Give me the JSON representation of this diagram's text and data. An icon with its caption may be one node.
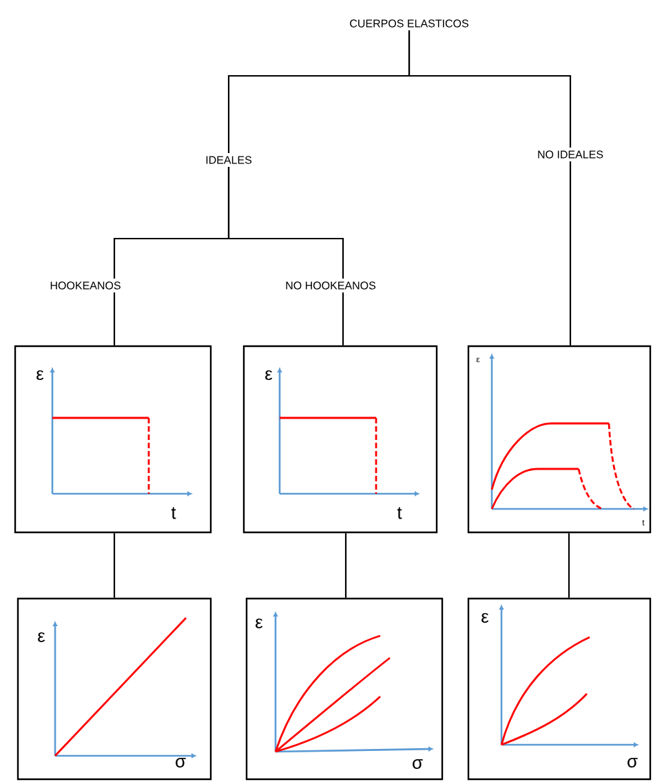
{
  "diagram": {
    "nodes": [
      {
        "text": [
          "CUERPOS ELASTICOS"
        ]
      },
      {
        "text": [
          "IDEALES"
        ]
      },
      {
        "text": [
          "NO IDEALES"
        ]
      },
      {
        "text": [
          "HOOKEANOS"
        ]
      },
      {
        "text": [
          "NO HOOKEANOS"
        ]
      },
      {
        "text": [
          "ε",
          "t"
        ]
      },
      {
        "text": [
          "ε",
          "t"
        ]
      },
      {
        "text": [
          "ε",
          "t"
        ]
      },
      {
        "text": [
          "ε",
          "σ"
        ]
      },
      {
        "text": [
          "ε",
          "σ"
        ]
      },
      {
        "text": [
          "ε",
          "σ"
        ]
      }
    ],
    "edges": [
      {
        "from": 0,
        "to": 1,
        "arrow": "none"
      },
      {
        "from": 0,
        "to": 2,
        "arrow": "none"
      },
      {
        "from": 1,
        "to": 3,
        "arrow": "none"
      },
      {
        "from": 1,
        "to": 4,
        "arrow": "none"
      },
      {
        "from": 3,
        "to": 5,
        "arrow": "none"
      },
      {
        "from": 4,
        "to": 6,
        "arrow": "none"
      },
      {
        "from": 2,
        "to": 7,
        "arrow": "none"
      },
      {
        "from": 5,
        "to": 8,
        "arrow": "none"
      },
      {
        "from": 6,
        "to": 9,
        "arrow": "none"
      },
      {
        "from": 7,
        "to": 10,
        "arrow": "none"
      }
    ]
  }
}
